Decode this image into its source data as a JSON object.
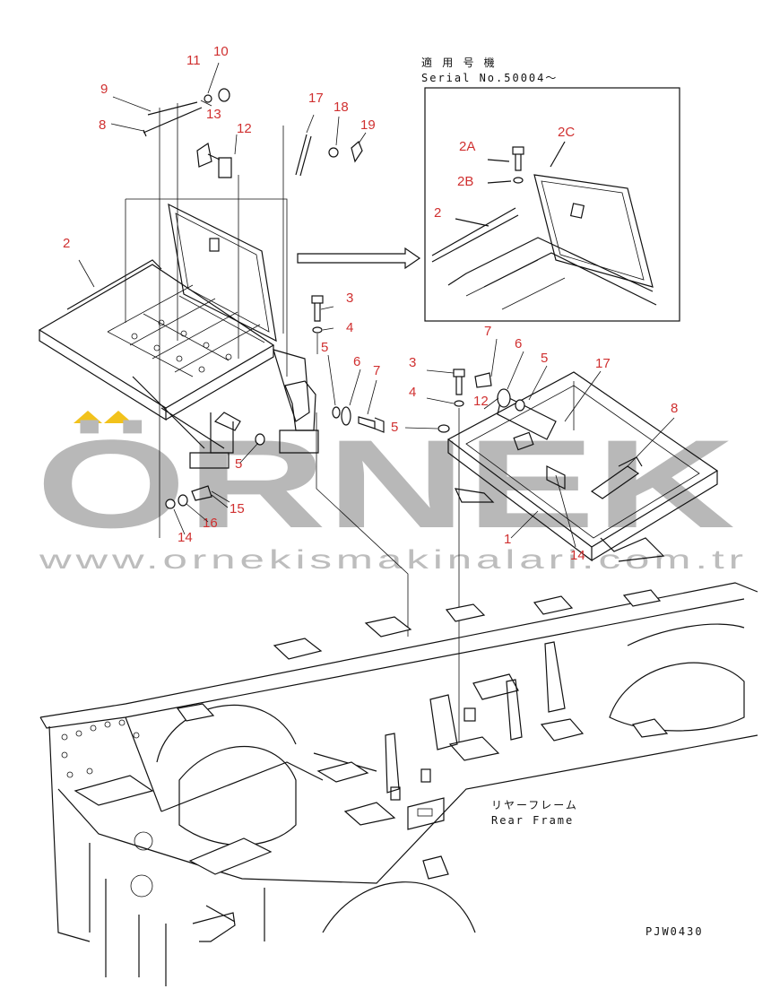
{
  "diagram": {
    "inset_header": {
      "line1": "適 用 号 機",
      "line2": "Serial No.50004～"
    },
    "rear_frame_label": {
      "jp": "リヤーフレーム",
      "en": "Rear Frame"
    },
    "drawing_code": "PJW0430",
    "part_numbers": [
      "1",
      "2",
      "3",
      "4",
      "5",
      "6",
      "7",
      "8",
      "9",
      "10",
      "11",
      "12",
      "13",
      "14",
      "15",
      "16",
      "17",
      "18",
      "19",
      "2A",
      "2B",
      "2C"
    ]
  },
  "watermark": {
    "brand": "ÖRNEK",
    "url": "www.ornekismakinalari.com.tr",
    "accent_color": "#f2c21b"
  }
}
